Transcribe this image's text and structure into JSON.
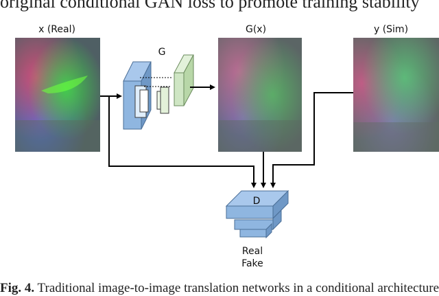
{
  "header_text": "original conditional GAN loss to promote training stability",
  "labels": {
    "real_input": "x (Real)",
    "generator": "G",
    "generated": "G(x)",
    "sim": "y (Sim)",
    "discriminator": "D",
    "real": "Real",
    "fake": "Fake"
  },
  "caption": {
    "prefix": "Fig. 4.",
    "text": " Traditional image-to-image translation networks in a conditional architecture"
  },
  "colors": {
    "generator_encoder": "#8fb6e0",
    "generator_decoder": "#cfe6c4",
    "discriminator": "#7ea9dc",
    "arrow": "#000000"
  }
}
